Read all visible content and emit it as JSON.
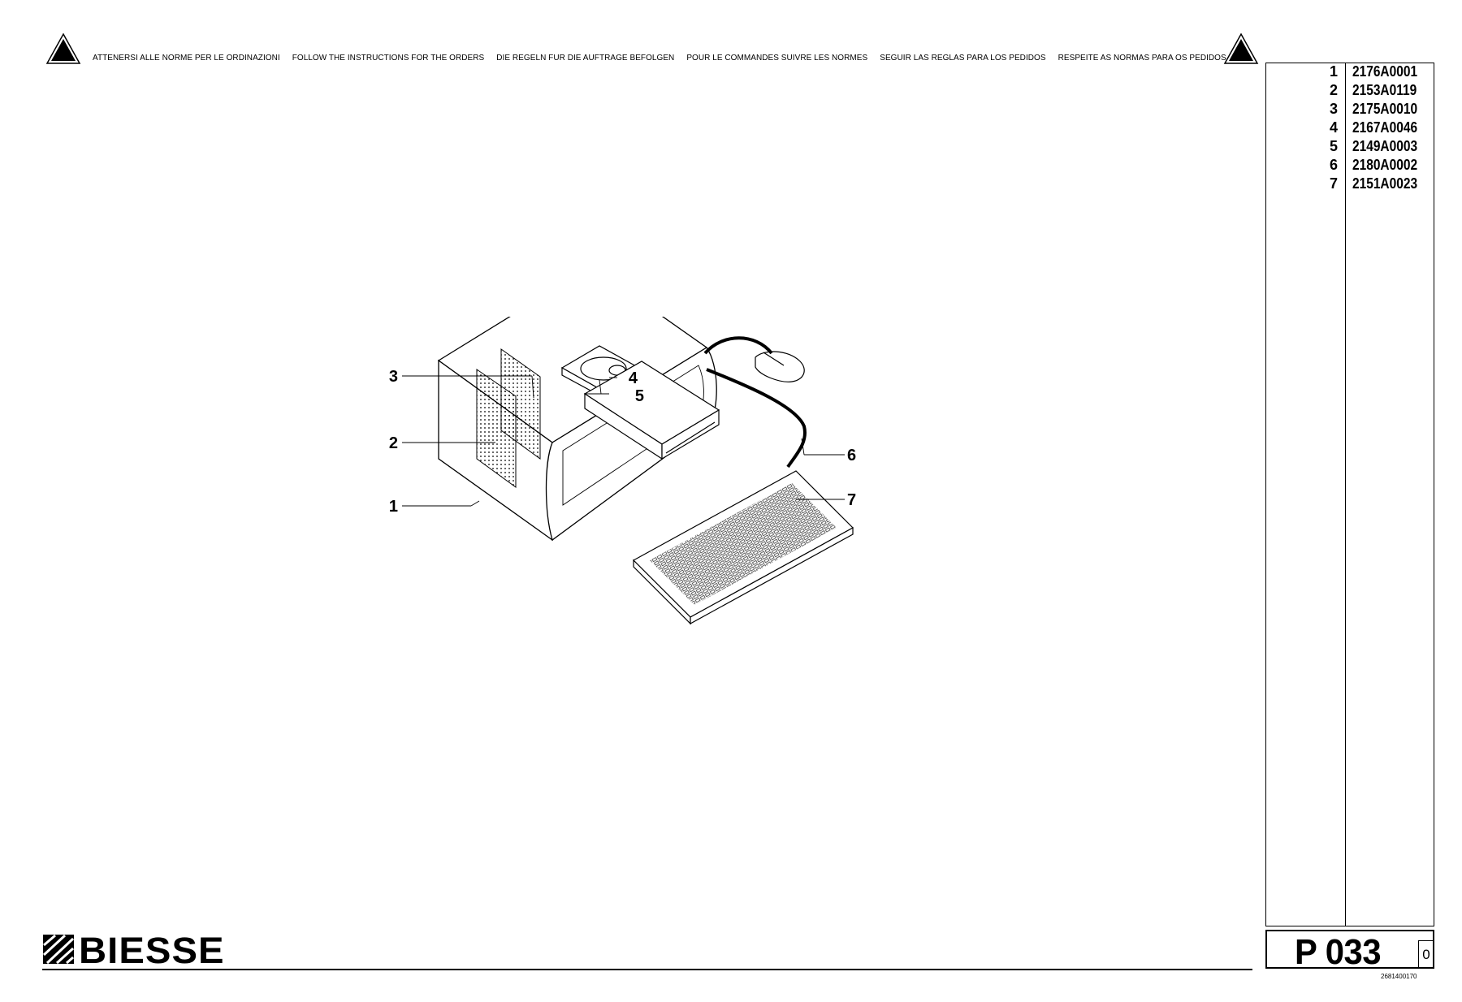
{
  "header": {
    "instructions": [
      "ATTENERSI ALLE NORME PER LE ORDINAZIONI",
      "FOLLOW THE INSTRUCTIONS FOR THE ORDERS",
      "DIE REGELN FUR DIE AUFTRAGE BEFOLGEN",
      "POUR LE COMMANDES SUIVRE LES NORMES",
      "SEGUIR LAS REGLAS PARA LOS PEDIDOS",
      "RESPEITE AS NORMAS PARA OS PEDIDOS"
    ],
    "icons": [
      "warning-triangle-icon",
      "warning-triangle-icon"
    ]
  },
  "parts_list": [
    {
      "num": "1",
      "code": "2176A0001"
    },
    {
      "num": "2",
      "code": "2153A0119"
    },
    {
      "num": "3",
      "code": "2175A0010"
    },
    {
      "num": "4",
      "code": "2167A0046"
    },
    {
      "num": "5",
      "code": "2149A0003"
    },
    {
      "num": "6",
      "code": "2180A0002"
    },
    {
      "num": "7",
      "code": "2151A0023"
    }
  ],
  "drawing": {
    "callouts": [
      "1",
      "2",
      "3",
      "4",
      "5",
      "6",
      "7"
    ]
  },
  "footer": {
    "logo_text": "BIESSE",
    "page_code": "P 033",
    "revision": "0",
    "doc_number": "2681400170"
  }
}
